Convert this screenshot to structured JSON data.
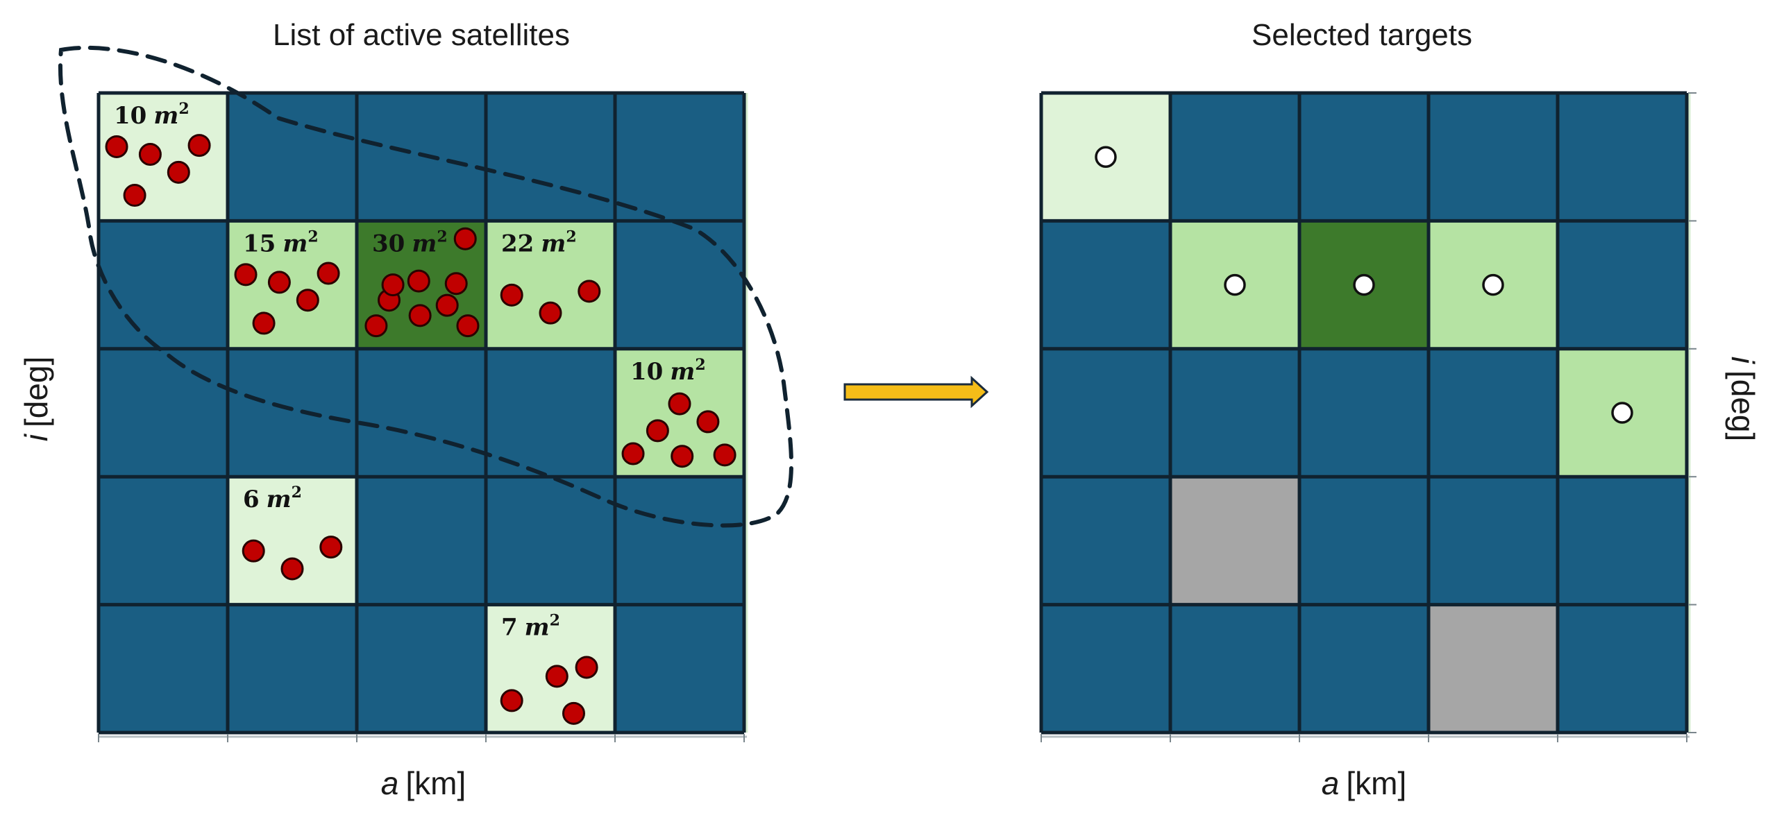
{
  "left_panel": {
    "title": "List of active satellites",
    "x_axis": {
      "var": "a",
      "unit": "[km]"
    },
    "y_axis": {
      "var": "i",
      "unit": "[deg]"
    },
    "cells": [
      {
        "row": 0,
        "col": 0,
        "area": "10",
        "unit": "m",
        "exp": "2",
        "shade": "light",
        "dots": 5
      },
      {
        "row": 1,
        "col": 1,
        "area": "15",
        "unit": "m",
        "exp": "2",
        "shade": "medium",
        "dots": 5
      },
      {
        "row": 1,
        "col": 2,
        "area": "30",
        "unit": "m",
        "exp": "2",
        "shade": "dark",
        "dots": 9
      },
      {
        "row": 1,
        "col": 3,
        "area": "22",
        "unit": "m",
        "exp": "2",
        "shade": "medium",
        "dots": 3
      },
      {
        "row": 2,
        "col": 4,
        "area": "10",
        "unit": "m",
        "exp": "2",
        "shade": "medium",
        "dots": 6
      },
      {
        "row": 3,
        "col": 1,
        "area": "6",
        "unit": "m",
        "exp": "2",
        "shade": "light",
        "dots": 3
      },
      {
        "row": 4,
        "col": 3,
        "area": "7",
        "unit": "m",
        "exp": "2",
        "shade": "light",
        "dots": 4
      }
    ]
  },
  "right_panel": {
    "title": "Selected targets",
    "x_axis": {
      "var": "a",
      "unit": "[km]"
    },
    "y_axis": {
      "var": "i",
      "unit": "[deg]"
    },
    "cells": [
      {
        "row": 0,
        "col": 0,
        "shade": "light",
        "marker": true
      },
      {
        "row": 1,
        "col": 1,
        "shade": "medium",
        "marker": true
      },
      {
        "row": 1,
        "col": 2,
        "shade": "dark",
        "marker": true
      },
      {
        "row": 1,
        "col": 3,
        "shade": "medium",
        "marker": true
      },
      {
        "row": 2,
        "col": 4,
        "shade": "medium",
        "marker": true
      },
      {
        "row": 3,
        "col": 1,
        "shade": "gray",
        "marker": false
      },
      {
        "row": 4,
        "col": 3,
        "shade": "gray",
        "marker": false
      }
    ]
  },
  "grid": {
    "rows": 5,
    "cols": 5
  },
  "colors": {
    "background_cell": "#1a5e83",
    "grid_line": "#10222f",
    "light": "#dff3d8",
    "medium": "#b5e3a3",
    "dark": "#3d7a2b",
    "gray": "#a6a6a6",
    "dot_fill": "#c00000",
    "dot_stroke": "#2a0000",
    "dashed_outline": "#10222f",
    "arrow_fill": "#f5bd18",
    "arrow_stroke": "#1a2b3c"
  }
}
